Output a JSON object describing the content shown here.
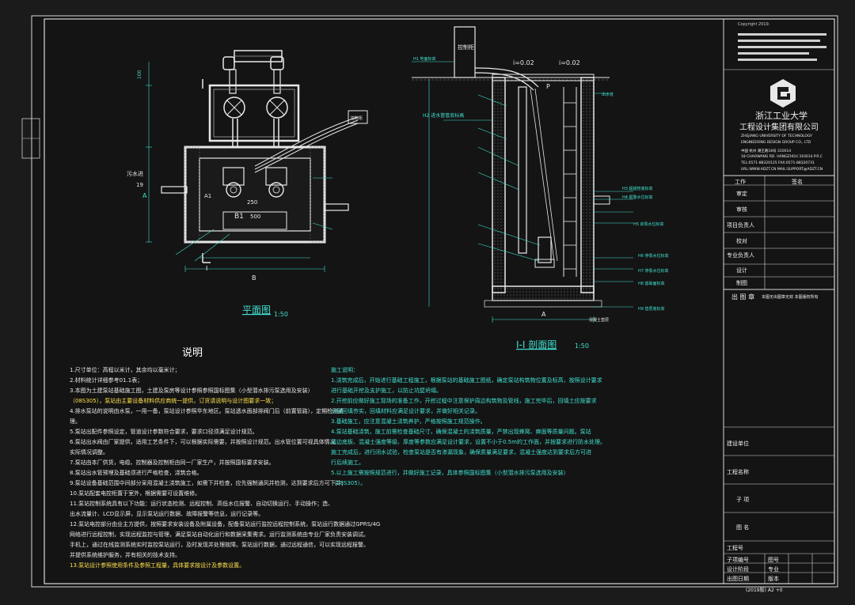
{
  "copyright": "Copyright 2019.",
  "company": {
    "name_cn": "浙江工业大学",
    "name_cn2": "工程设计集团有限公司",
    "name_en1": "ZHEJIANG UNIVERSITY OF TECHNOLOGY",
    "name_en2": "ENGINEERING DESIGN GROUP CO., LTD",
    "addr1": "中国 杭州  潮王路18号 310014",
    "addr2": "18 CHAOWANG RD. HANGZHOU 310014 P.R.C",
    "addr3": "TEL:0571-88320125  FAX:0571-88320731",
    "addr4": "URL:WWW.ADZT.CN  MAIL:SUPPORT@ADZT.CN"
  },
  "title_block": {
    "header_col1": "工作",
    "header_col2": "签名",
    "rows": [
      "审定",
      "审核",
      "项目负责人",
      "校对",
      "专业负责人",
      "设计",
      "制图"
    ],
    "stamp_label": "出 图 章",
    "stamp_note": "本图无出图章无效   本图版权所有",
    "construction_unit": "建设单位",
    "project_name": "工程名称",
    "subproject": "子 项",
    "drawing_name": "图 名",
    "project_no": "工程号",
    "grid": [
      [
        "子项编号",
        "图号"
      ],
      [
        "设计阶段",
        "专业"
      ],
      [
        "出图日期",
        "版本"
      ]
    ],
    "footer": "(2019版)  A2 +0"
  },
  "plan": {
    "title": "平面图",
    "scale": "1:50",
    "labels": {
      "b1": "B1",
      "dim_500": "500",
      "dim_250": "250",
      "dim_100": "100",
      "a1": "A1",
      "a": "A",
      "b": "B",
      "outlet": "污水进",
      "num19": "19",
      "sec_i": "I",
      "device": "控制柜"
    }
  },
  "section": {
    "title": "I-I 剖面图",
    "scale": "1:50",
    "labels": {
      "i1": "i=0.02",
      "i2": "i=0.02",
      "p": "P",
      "h1": "H1 地面标高",
      "h2": "H2 进水管管底标高",
      "h3": "H3 超越管底标高",
      "h4": "H4 报警水位标高",
      "h5": "H5 启泵水位标高",
      "h6": "H6 停泵水位标高",
      "h7": "H7 停泵水位标高",
      "h8": "H8 基础面标高",
      "h9": "H9 垫层底标高",
      "control": "控制柜",
      "pipe": "出水管",
      "a": "A",
      "bottom": "混凝土垫层"
    }
  },
  "notes_left": {
    "title": "说明",
    "lines": [
      "1.尺寸单位：高程以米计，其余均以毫米计；",
      "2.材料统计详细参考01.1表；",
      "3.本图为土建泵站基础施工图，土建及泵房等设计参照参照国标图集（小型潜水排污泵选用及安装）",
      "（08S305），泵站由主要设备材料供应商统一提供，订货请说明与设计图要求一致；",
      "4.排水泵站的说明由水泵，一用一备，泵站设计参照华东地区。泵站透水面部排阀门后（前置管路），定期检测清",
      "理。",
      "5.泵站出配件参照设定，管道设计参数符合要求，要求口径须满足设计规范。",
      "6.泵站出水阀由厂家提供，适用工艺条件下，可以根据实际需要，并按照设计规范。出水管位置可视具体情况",
      "实际情况调整。",
      "7.泵站由本厂供货，电缆、控制器及控制柜由同一厂家生产，并按照国标要求安装。",
      "8.泵站出水管预埋及基础须进行严格检查，浇筑合格。",
      "9.泵站设备基础范围中间部分采用混凝土浇筑施工，如需下井检查，应先强制通风并检测，达到要求后方可下井；",
      "10.泵站配套电控柜置于室外，根据需要可设置维修。",
      "11.泵站控制系统具有以下功能：运行状态检测、远程控制、高低水位报警、自动切换运行、手动操作；造、",
      "出水流量计、LCD显示屏，显示泵站运行数据、故障报警等信息，运行记录等。",
      "12.泵站电控部分由业主方提供，按照要求安装设备及附属设备，配备泵站运行监控远程控制系统，泵站运行数据通过GPRS/4G",
      "网络进行远程控制，实现远程监控与管理，满足泵站自动化运行和数据采集需求。运行监测系统由专业厂家负责安装调试。",
      "手机上，通过在线监测系统实时监控泵站运行，及时发现并处理故障。泵站运行数据，通过远程通信，可以实现远程报警。",
      "并提供系统维护服务，并有相关的技术支持。",
      "13.泵站设计参照使用条件及参照工程量，具体要求按设计及参数设置。"
    ]
  },
  "notes_right": {
    "title": "施工说明：",
    "lines": [
      "1.浇筑完成后，开始进行基础工程施工，根据泵站的基础施工图纸，确定泵站构筑物位置及标高，按照设计要求",
      "进行基础开挖及支护施工，以防止坑壁坍塌。",
      "2.开挖前应做好施工现场的准备工作，开挖过程中注意保护周边构筑物及管线，施工完毕后，回填土应按要求",
      "分层回填夯实，回填材料应满足设计要求，并做好相关记录。",
      "3.基础施工，应注意混凝土浇筑养护，严格按照施工规范操作。",
      "4.泵站基础浇筑，施工前需检查基础尺寸，确保混凝土的浇筑质量，严禁出现蜂窝、麻面等质量问题。泵站",
      "周边底板、混凝土强度等级、厚度等参数应满足设计要求，设置不小于0.5m的工作面，并按要求进行防水处理。",
      "施工完成后，进行闭水试验，检查泵站是否有渗漏现象，确保质量满足要求，混凝土强度达到要求后方可进",
      "行后续施工。",
      "5.以上施工需按照规范进行，并做好施工记录，具体参照国标图集（小型潜水排污泵选用及安装）",
      "（08S305）。"
    ]
  }
}
